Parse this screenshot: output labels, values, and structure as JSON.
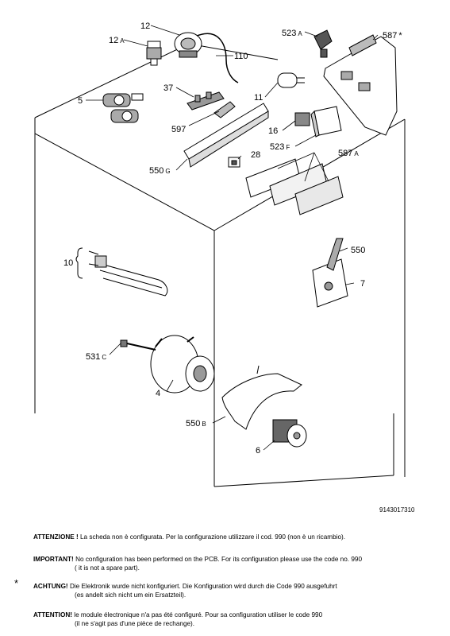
{
  "labels": {
    "p12": "12",
    "p12a": "12",
    "p12a_suffix": "A",
    "p110": "110",
    "p523a": "523",
    "p523a_suffix": "A",
    "p587star": "587",
    "p587star_suffix": "*",
    "p5": "5",
    "p37": "37",
    "p11": "11",
    "p597": "597",
    "p16": "16",
    "p523f": "523",
    "p523f_suffix": "F",
    "p587a": "587",
    "p587a_suffix": "A",
    "p28": "28",
    "p550g": "550",
    "p550g_suffix": "G",
    "p10": "10",
    "p550": "550",
    "p7": "7",
    "p531c": "531",
    "p531c_suffix": "C",
    "p4": "4",
    "p550b": "550",
    "p550b_suffix": "B",
    "p6": "6"
  },
  "doc_id": "9143017310",
  "notes": {
    "it_bold": "ATTENZIONE !",
    "it_text": " La scheda non è  configurata. Per la configurazione utilizzare il cod. 990 (non è un ricambio).",
    "en_bold": "IMPORTANT!",
    "en_text": " No configuration has been performed on the PCB. For its configuration please use the code no. 990",
    "en_line2": "( it is not a spare part).",
    "star": "*",
    "de_bold": "ACHTUNG!",
    "de_text": " Die Elektronik wurde nicht konfiguriert. Die Konfiguration wird durch die Code 990 ausgefuhrt",
    "de_line2": "(es andelt sich nicht um ein Ersatzteil).",
    "fr_bold": "ATTENTION!",
    "fr_text": " le module électronique n'a pas été configuré. Pour  sa configuration utiliser le code 990",
    "fr_line2": "(il ne s'agit pas d'une pièce de rechange)."
  }
}
